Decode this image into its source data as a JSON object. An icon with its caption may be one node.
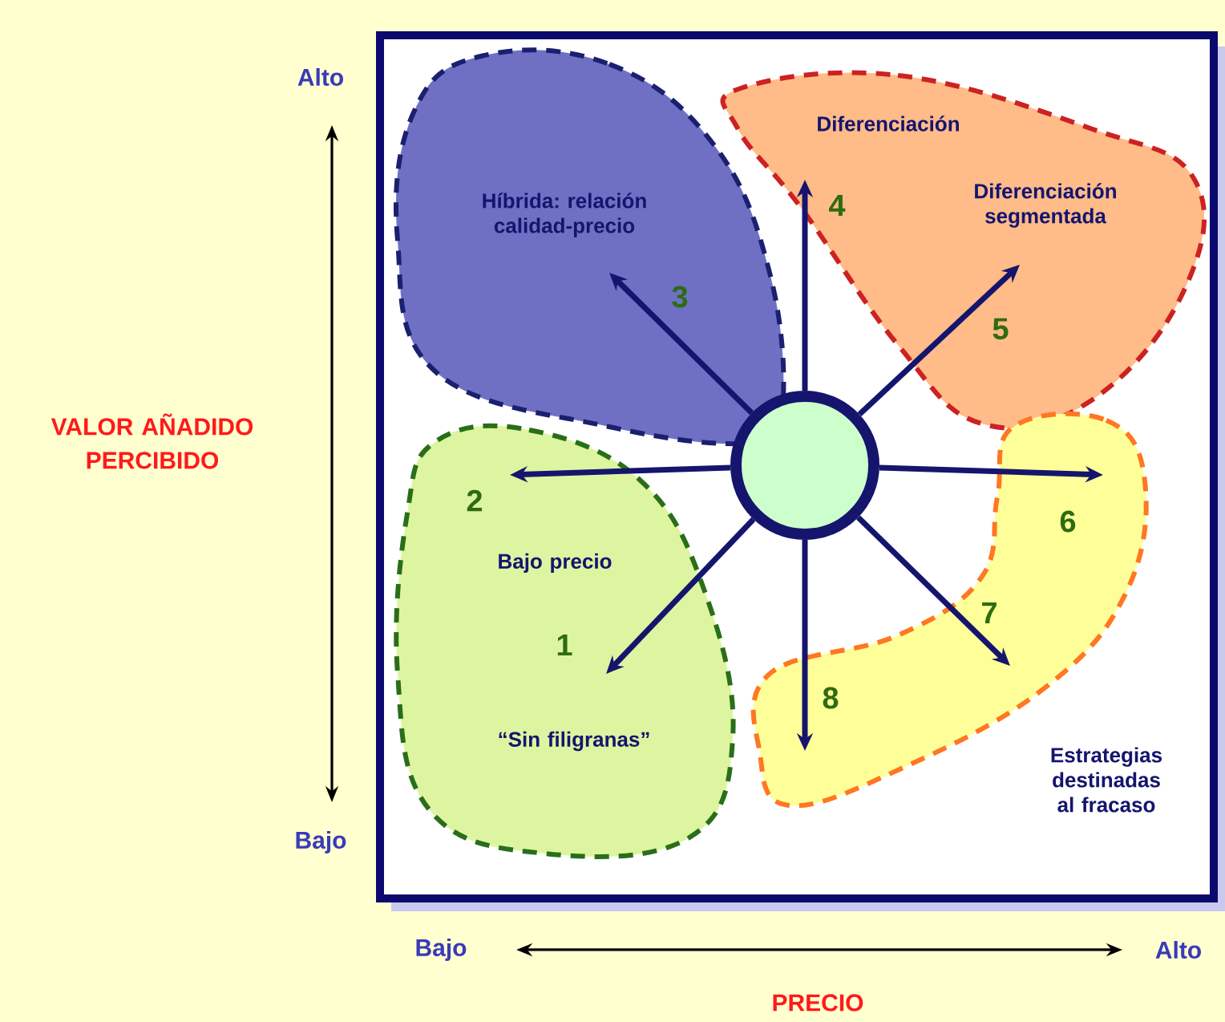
{
  "diagram": {
    "nodes": [
      {
        "text": [
          "Híbrida: relación calidad-precio"
        ]
      },
      {
        "text": [
          "Diferenciación",
          "Diferenciación segmentada"
        ]
      },
      {
        "text": [],
        "shape": "circle"
      },
      {
        "text": [
          "Bajo precio",
          "“Sin filigranas”"
        ]
      },
      {
        "text": [
          "Estrategias destinadas al fracaso"
        ]
      }
    ],
    "edges": [
      {
        "from": 2,
        "to": 3,
        "arrow": "to",
        "label": "1"
      },
      {
        "from": 2,
        "to": 3,
        "arrow": "to",
        "label": "2"
      },
      {
        "from": 2,
        "to": 0,
        "arrow": "to",
        "label": "3"
      },
      {
        "from": 2,
        "to": 1,
        "arrow": "to",
        "label": "4"
      },
      {
        "from": 2,
        "to": 1,
        "arrow": "to",
        "label": "5"
      },
      {
        "from": 2,
        "to": 4,
        "arrow": "to",
        "label": "6"
      },
      {
        "from": 2,
        "to": 4,
        "arrow": "to",
        "label": "7"
      },
      {
        "from": 2,
        "to": 4,
        "arrow": "to",
        "label": "8"
      }
    ],
    "labels": [
      "Alto",
      "VALOR AÑADIDO PERCIBIDO",
      "Bajo",
      "Bajo",
      "Alto",
      "PRECIO"
    ]
  }
}
